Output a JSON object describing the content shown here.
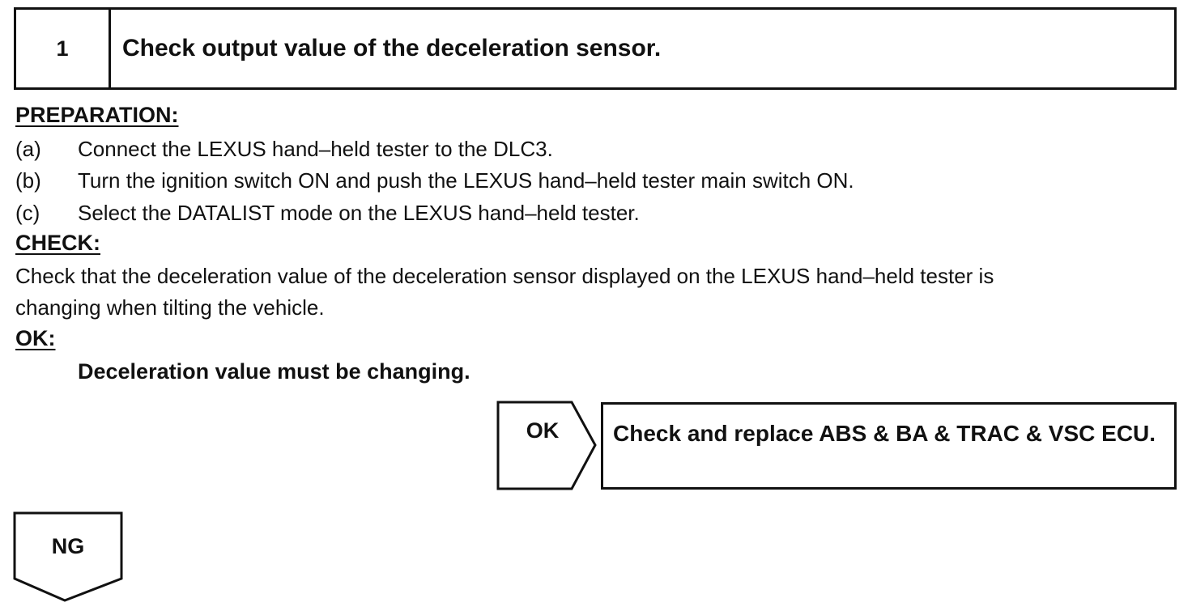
{
  "step": {
    "number": "1",
    "title": "Check output value of the deceleration sensor."
  },
  "preparation": {
    "heading": "PREPARATION:",
    "items": [
      {
        "label": "(a)",
        "text": "Connect the LEXUS hand–held tester to the DLC3."
      },
      {
        "label": "(b)",
        "text": "Turn the ignition switch ON and push the LEXUS hand–held tester main switch ON."
      },
      {
        "label": "(c)",
        "text": "Select the DATALIST mode on the LEXUS hand–held tester."
      }
    ]
  },
  "check": {
    "heading": "CHECK:",
    "line1": "Check that the deceleration value of the deceleration sensor displayed on the LEXUS hand–held tester is",
    "line2": "changing when tilting the vehicle."
  },
  "ok": {
    "heading": "OK:",
    "spec": "Deceleration value must be changing."
  },
  "flow": {
    "ok_label": "OK",
    "ok_result": "Check and replace ABS & BA & TRAC & VSC ECU.",
    "ng_label": "NG"
  }
}
